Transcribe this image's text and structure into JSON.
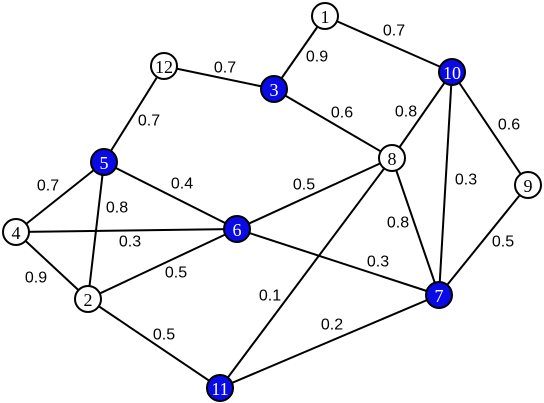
{
  "colors": {
    "highlight": "#0a0ae6",
    "normal": "#ffffff",
    "edge": "#000000",
    "highlight_text": "#ffffff",
    "normal_text": "#000000"
  },
  "nodes": [
    {
      "id": "1",
      "label": "1",
      "highlighted": false
    },
    {
      "id": "2",
      "label": "2",
      "highlighted": false
    },
    {
      "id": "3",
      "label": "3",
      "highlighted": true
    },
    {
      "id": "4",
      "label": "4",
      "highlighted": false
    },
    {
      "id": "5",
      "label": "5",
      "highlighted": true
    },
    {
      "id": "6",
      "label": "6",
      "highlighted": true
    },
    {
      "id": "7",
      "label": "7",
      "highlighted": true
    },
    {
      "id": "8",
      "label": "8",
      "highlighted": false
    },
    {
      "id": "9",
      "label": "9",
      "highlighted": false
    },
    {
      "id": "10",
      "label": "10",
      "highlighted": true
    },
    {
      "id": "11",
      "label": "11",
      "highlighted": true
    },
    {
      "id": "12",
      "label": "12",
      "highlighted": false
    }
  ],
  "edges": [
    {
      "from": "1",
      "to": "3",
      "weight": "0.9"
    },
    {
      "from": "1",
      "to": "10",
      "weight": "0.7"
    },
    {
      "from": "12",
      "to": "3",
      "weight": "0.7"
    },
    {
      "from": "12",
      "to": "5",
      "weight": "0.7"
    },
    {
      "from": "3",
      "to": "8",
      "weight": "0.6"
    },
    {
      "from": "10",
      "to": "8",
      "weight": "0.8"
    },
    {
      "from": "10",
      "to": "7",
      "weight": "0.3"
    },
    {
      "from": "10",
      "to": "9",
      "weight": "0.6"
    },
    {
      "from": "9",
      "to": "7",
      "weight": "0.5"
    },
    {
      "from": "5",
      "to": "4",
      "weight": "0.7"
    },
    {
      "from": "5",
      "to": "2",
      "weight": "0.8"
    },
    {
      "from": "5",
      "to": "6",
      "weight": "0.4"
    },
    {
      "from": "4",
      "to": "6",
      "weight": "0.3"
    },
    {
      "from": "4",
      "to": "2",
      "weight": "0.9"
    },
    {
      "from": "6",
      "to": "8",
      "weight": "0.5"
    },
    {
      "from": "6",
      "to": "7",
      "weight": "0.3"
    },
    {
      "from": "2",
      "to": "6",
      "weight": "0.5"
    },
    {
      "from": "2",
      "to": "11",
      "weight": "0.5"
    },
    {
      "from": "8",
      "to": "7",
      "weight": "0.8"
    },
    {
      "from": "8",
      "to": "11",
      "weight": "0.1"
    },
    {
      "from": "11",
      "to": "7",
      "weight": "0.2"
    }
  ]
}
